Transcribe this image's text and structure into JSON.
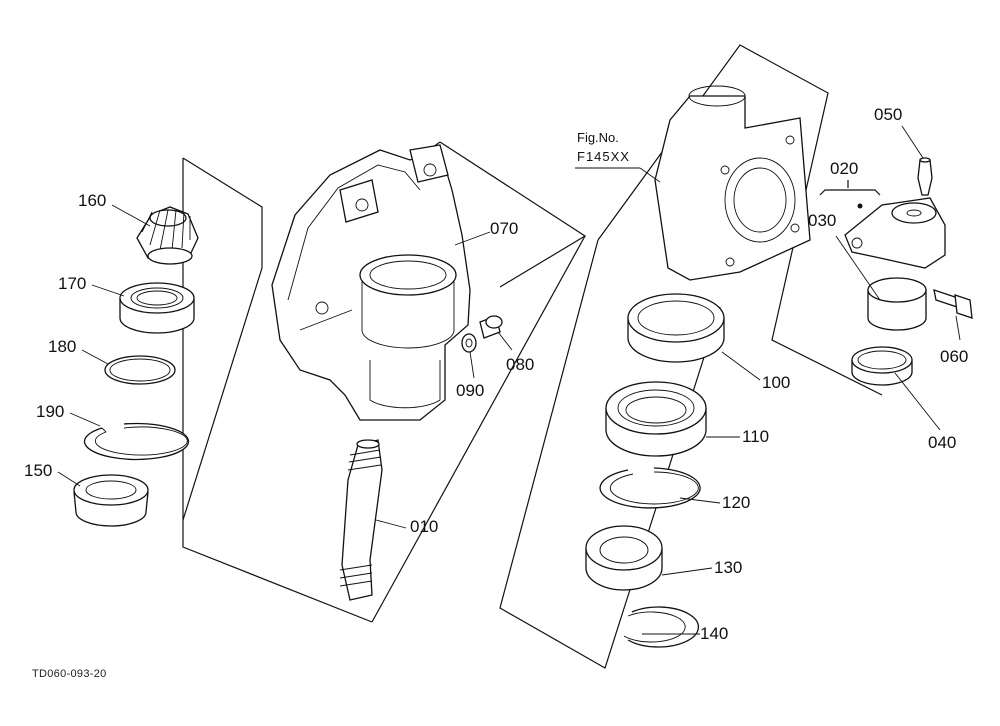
{
  "figure": {
    "fig_no_label": "Fig.No.",
    "fig_no_value": "F145XX",
    "drawing_code": "TD060-093-20"
  },
  "parts": [
    {
      "id": "p160",
      "label": "160"
    },
    {
      "id": "p170",
      "label": "170"
    },
    {
      "id": "p180",
      "label": "180"
    },
    {
      "id": "p190",
      "label": "190"
    },
    {
      "id": "p150",
      "label": "150"
    },
    {
      "id": "p070",
      "label": "070"
    },
    {
      "id": "p080",
      "label": "080"
    },
    {
      "id": "p090",
      "label": "090"
    },
    {
      "id": "p010",
      "label": "010"
    },
    {
      "id": "p100",
      "label": "100"
    },
    {
      "id": "p110",
      "label": "110"
    },
    {
      "id": "p120",
      "label": "120"
    },
    {
      "id": "p130",
      "label": "130"
    },
    {
      "id": "p140",
      "label": "140"
    },
    {
      "id": "p050",
      "label": "050"
    },
    {
      "id": "p020",
      "label": "020"
    },
    {
      "id": "p030",
      "label": "030"
    },
    {
      "id": "p060",
      "label": "060"
    },
    {
      "id": "p040",
      "label": "040"
    }
  ]
}
